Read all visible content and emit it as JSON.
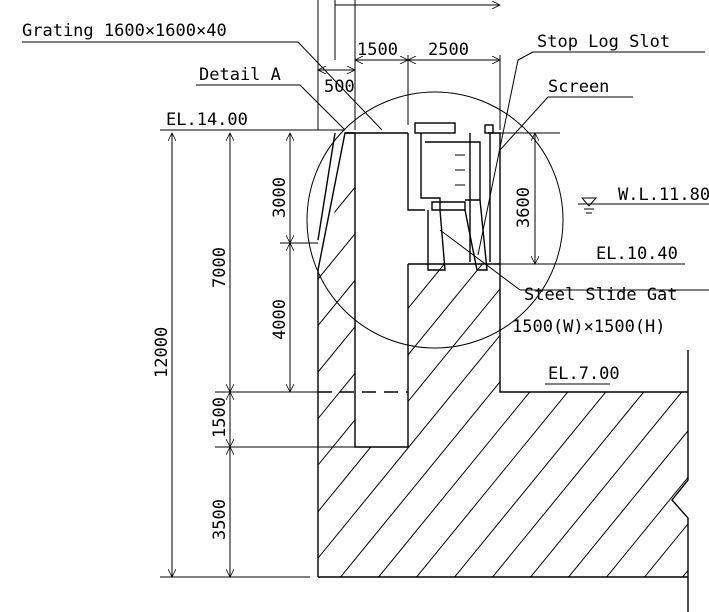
{
  "labels": {
    "grating": "Grating 1600×1600×40",
    "detail_a": "Detail A",
    "dim_1500_top": "1500",
    "dim_2500_top": "2500",
    "dim_500": "500",
    "stop_log_slot": "Stop Log Slot",
    "screen": "Screen",
    "el_14": "EL.14.00",
    "wl_11_80": "W.L.11.80",
    "el_10_40": "EL.10.40",
    "steel_slide_gate": "Steel Slide Gat",
    "gate_size": "1500(W)×1500(H)",
    "el_7_00": "EL.7.00",
    "dim_3000": "3000",
    "dim_3600": "3600",
    "dim_7000": "7000",
    "dim_4000": "4000",
    "dim_12000": "12000",
    "dim_1500_side": "1500",
    "dim_3500": "3500"
  }
}
